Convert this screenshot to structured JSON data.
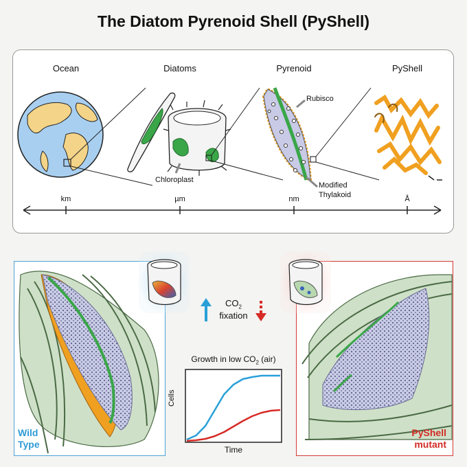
{
  "title": "The Diatom Pyrenoid Shell (PyShell)",
  "scales": {
    "ocean": "Ocean",
    "diatoms": "Diatoms",
    "pyrenoid": "Pyrenoid",
    "pyshell": "PyShell"
  },
  "annotations": {
    "rubisco": "Rubisco",
    "chloroplast": "Chloroplast",
    "modified_thylakoid_line1": "Modified",
    "modified_thylakoid_line2": "Thylakoid"
  },
  "axis_ticks": [
    "km",
    "µm",
    "nm",
    "Å"
  ],
  "co2": {
    "prefix": "CO",
    "subscript": "2",
    "label": "fixation"
  },
  "growth_chart": {
    "title_prefix": "Growth in low CO",
    "title_subscript": "2",
    "title_suffix": " (air)",
    "xlabel": "Time",
    "ylabel": "Cells"
  },
  "chart_data": {
    "type": "line",
    "title": "Growth in low CO2 (air)",
    "xlabel": "Time",
    "ylabel": "Cells",
    "x": [
      0,
      1,
      2,
      3,
      4,
      5,
      6,
      7,
      8,
      9,
      10
    ],
    "series": [
      {
        "color": "#2aa0d8",
        "values": [
          0.02,
          0.08,
          0.22,
          0.45,
          0.68,
          0.82,
          0.9,
          0.93,
          0.95,
          0.95,
          0.95
        ]
      },
      {
        "color": "#d62b26",
        "values": [
          0.0,
          0.01,
          0.03,
          0.07,
          0.13,
          0.21,
          0.29,
          0.36,
          0.41,
          0.44,
          0.45
        ]
      }
    ],
    "ylim": [
      0,
      1
    ],
    "grid": false
  },
  "panels": {
    "wild_type_line1": "Wild",
    "wild_type_line2": "Type",
    "mutant_line1": "PyShell",
    "mutant_line2": "mutant"
  },
  "colors": {
    "wild_type": "#2f9bd6",
    "mutant": "#d32a24",
    "pyshell_orange": "#f0a020",
    "thylakoid_green": "#3aa648",
    "pyrenoid_lavender": "#c8cae6"
  }
}
